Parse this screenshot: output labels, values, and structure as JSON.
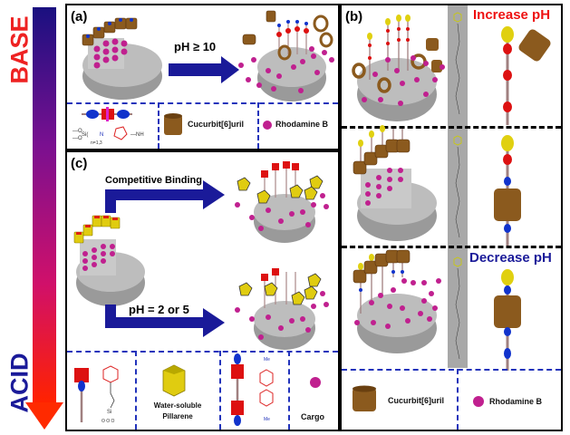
{
  "gradient_arrow": {
    "top_label": "BASE",
    "bottom_label": "ACID",
    "top_label_color": "#ee2222",
    "bottom_label_color": "#1a1a99",
    "gradient_top_color": "#1a1080",
    "gradient_bottom_color": "#ff2200"
  },
  "panel_a": {
    "label": "(a)",
    "arrow_label": "pH ≥ 10",
    "legend": {
      "stalk_formula_note": "n=1,3",
      "cb6_label": "Cucurbit[6]uril",
      "rhodamine_label": "Rhodamine B"
    }
  },
  "panel_b": {
    "label": "(b)",
    "increase_label": "Increase pH",
    "decrease_label": "Decrease pH",
    "increase_color": "#ee1111",
    "decrease_color": "#1a1a99",
    "legend": {
      "cb6_label": "Cucurbit[6]uril",
      "rhodamine_label": "Rhodamine B"
    }
  },
  "panel_c": {
    "label": "(c)",
    "arrow_top_label": "Competitive Binding",
    "arrow_bottom_label": "pH = 2 or 5",
    "legend": {
      "pillarene_label_line1": "Water-soluble",
      "pillarene_label_line2": "Pillarene",
      "cargo_label": "Cargo",
      "methyl_label": "Me"
    }
  },
  "colors": {
    "cb6_brown": "#8b5a1e",
    "rhodamine_magenta": "#c0208f",
    "silica_gray": "#a8a8a8",
    "stopper_red": "#dd1111",
    "stopper_blue": "#1133cc",
    "pillarene_yellow": "#e0cc10",
    "arrow_blue": "#1a1a99",
    "divider_blue": "#2233bb"
  }
}
